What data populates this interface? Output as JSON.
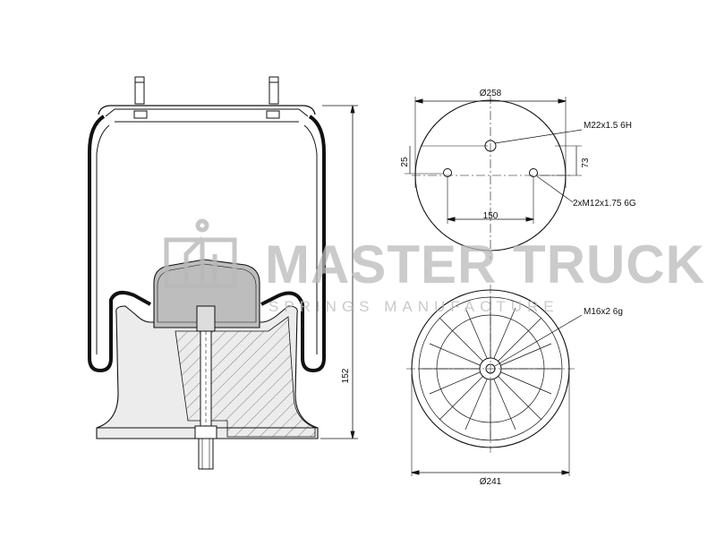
{
  "watermark": {
    "brand": "MASTER TRUCK",
    "tagline": "SPRINGS MANUFACTURE"
  },
  "dimensions": {
    "top_diameter": "Ø258",
    "top_port": "M22x1.5 6H",
    "top_offset": "25",
    "top_offset_right": "73",
    "stud_spacing": "150",
    "studs": "2xM12x1.75 6G",
    "bottom_bolt": "M16x2 6g",
    "bottom_diameter": "Ø241",
    "height": "152"
  },
  "colors": {
    "line": "#111111",
    "body_fill": "#e9e9e9",
    "watermark": "#b9b9b9"
  }
}
